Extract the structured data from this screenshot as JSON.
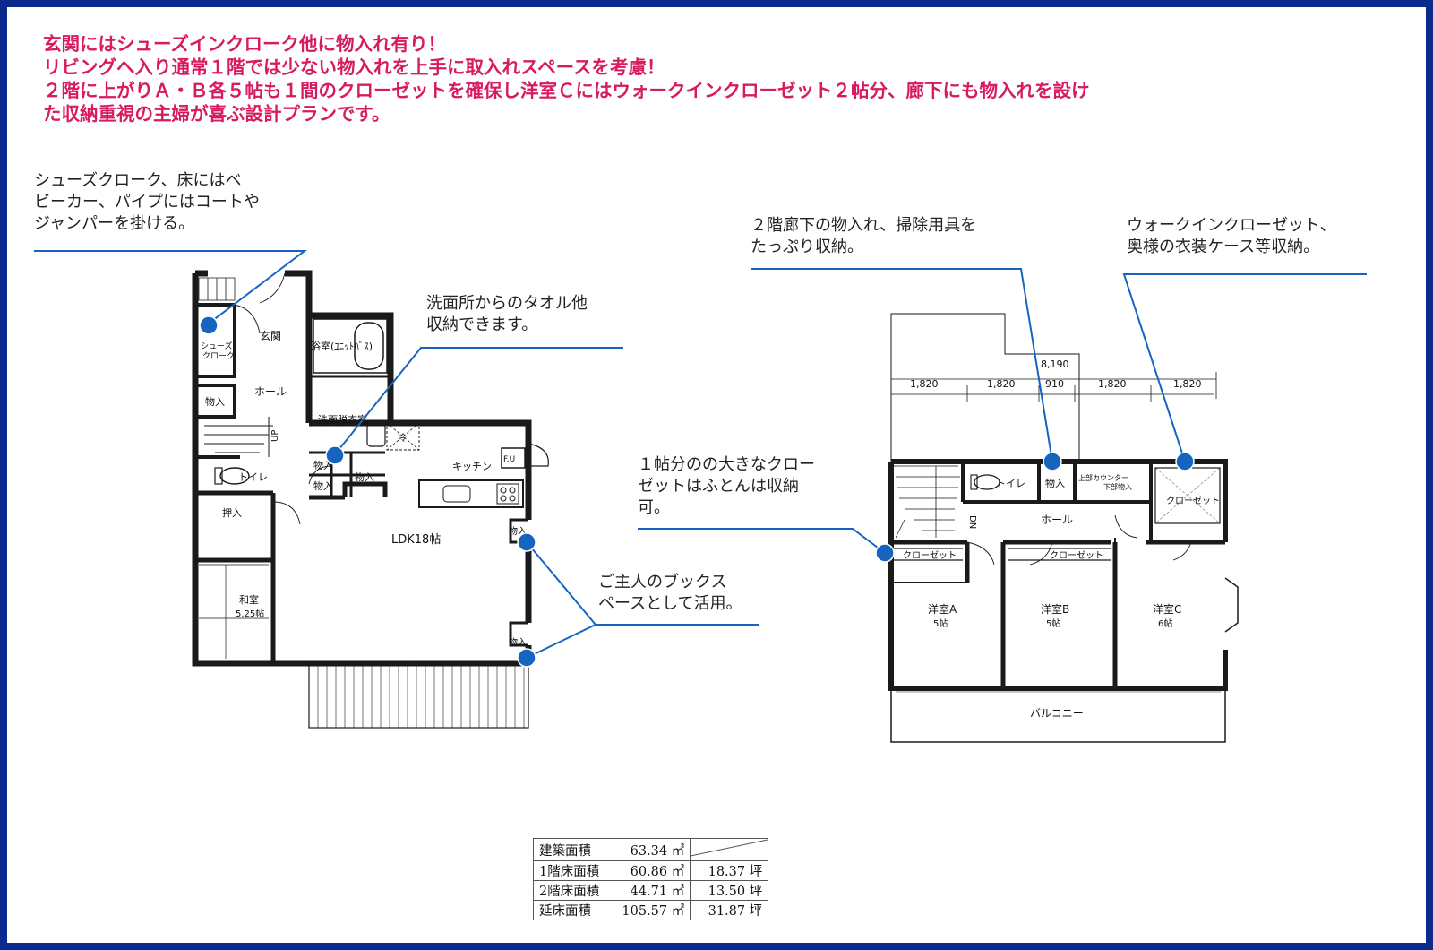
{
  "headline": {
    "lines": [
      "玄関にはシューズインクローク他に物入れ有り！",
      "リビングへ入り通常１階では少ない物入れを上手に取入れスペースを考慮！",
      "２階に上がりＡ・Ｂ各５帖も１間のクローゼットを確保し洋室Ｃにはウォークインクローゼット２帖分、廊下にも物入れを設け",
      "た収納重視の主婦が喜ぶ設計プランです。"
    ]
  },
  "callouts": [
    {
      "text": "シューズクローク、床にはベ\nビーカー、パイプにはコートや\nジャンパーを掛ける。"
    },
    {
      "text": "洗面所からのタオル他\n収納できます。"
    },
    {
      "text": "１帖分のの大きなクロー\nゼットはふとんは収納\n可。"
    },
    {
      "text": "ご主人のブックス\nペースとして活用。"
    },
    {
      "text": "２階廊下の物入れ、掃除用具を\nたっぷり収納。"
    },
    {
      "text": "ウォークインクローゼット、\n奥様の衣装ケース等収納。"
    }
  ],
  "floor1": {
    "rooms": {
      "genkan": "玄関",
      "shoes_1": "シューズ",
      "shoes_2": "クローク",
      "hall": "ホール",
      "storage_hall": "物入",
      "bath": "浴室(ﾕﾆｯﾄﾊﾞｽ)",
      "washroom": "洗面脱衣室",
      "storage_wash_1": "物入",
      "storage_wash_2": "物入",
      "storage_wash_3": "物入",
      "kitchen": "キッチン",
      "fridge": "冷",
      "fu": "F.U",
      "toilet": "トイレ",
      "oshiire": "押入",
      "washitsu": "和室",
      "washitsu_size": "5.25帖",
      "ldk": "LDK18帖",
      "storage_ldk_1": "物入",
      "storage_ldk_2": "物入",
      "up": "UP"
    }
  },
  "floor2": {
    "dimensions": {
      "total": "8,190",
      "segments": [
        "1,820",
        "1,820",
        "910",
        "1,820",
        "1,820"
      ]
    },
    "rooms": {
      "toilet": "トイレ",
      "storage": "物入",
      "counter": "上部カウンター",
      "counter_below": "下部物入",
      "closet_c": "クローゼット",
      "hall": "ホール",
      "closet_a": "クローゼット",
      "closet_b": "クローゼット",
      "room_a": "洋室A",
      "room_a_size": "5帖",
      "room_b": "洋室B",
      "room_b_size": "5帖",
      "room_c": "洋室C",
      "room_c_size": "6帖",
      "balcony": "バルコニー",
      "dn": "DN"
    }
  },
  "area_table": {
    "rows": [
      {
        "label": "建築面積",
        "m2": "63.34 ㎡",
        "tsubo": ""
      },
      {
        "label": "1階床面積",
        "m2": "60.86 ㎡",
        "tsubo": "18.37 坪"
      },
      {
        "label": "2階床面積",
        "m2": "44.71 ㎡",
        "tsubo": "13.50 坪"
      },
      {
        "label": "延床面積",
        "m2": "105.57 ㎡",
        "tsubo": "31.87 坪"
      }
    ]
  },
  "colors": {
    "headline": "#d81b60",
    "frame": "#0b2a8c",
    "leader": "#1565c0",
    "wall": "#1a1a1a"
  }
}
